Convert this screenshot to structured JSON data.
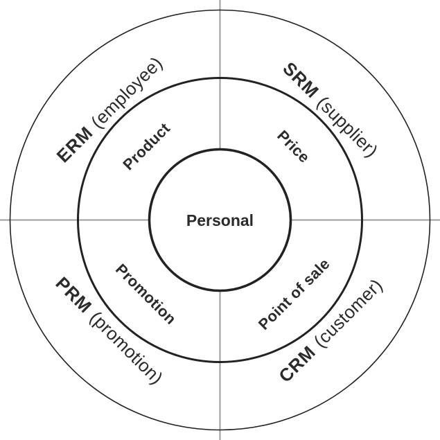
{
  "diagram": {
    "center": {
      "label": "Personal"
    },
    "middle_ring": [
      {
        "label": "Product"
      },
      {
        "label": "Price"
      },
      {
        "label": "Promotion"
      },
      {
        "label": "Point of sale"
      }
    ],
    "outer_ring": [
      {
        "abbr": "ERM",
        "qualifier": "(employee)"
      },
      {
        "abbr": "SRM",
        "qualifier": "(supplier)"
      },
      {
        "abbr": "PRM",
        "qualifier": "(promotion)"
      },
      {
        "abbr": "CRM",
        "qualifier": "(customer)"
      }
    ],
    "colors": {
      "circle_stroke": "#222222",
      "divider": "#9e9e9e",
      "text": "#2b2b2b",
      "background": "#ffffff"
    }
  }
}
